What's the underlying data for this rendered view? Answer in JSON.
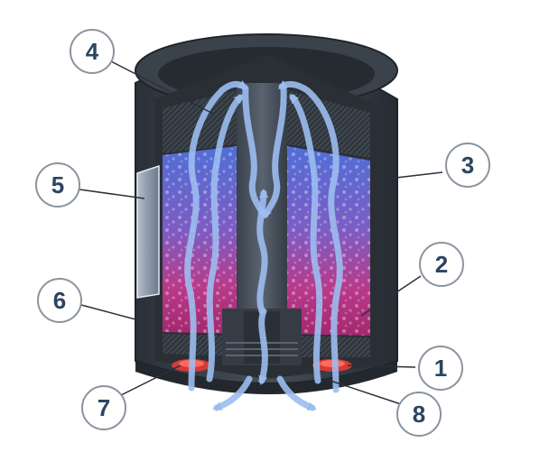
{
  "callouts": [
    {
      "label": "1"
    },
    {
      "label": "2"
    },
    {
      "label": "3"
    },
    {
      "label": "4"
    },
    {
      "label": "5"
    },
    {
      "label": "6"
    },
    {
      "label": "7"
    },
    {
      "label": "8"
    }
  ],
  "colors": {
    "housing_dark": "#2c333c",
    "housing_mid": "#3f4852",
    "media_blue": "#5a6fd0",
    "media_pink": "#b8307a",
    "arrow": "#8fb2e6",
    "valve_red": "#d23a3a",
    "callout_text": "#2b4560",
    "callout_ring": "#8a949e"
  },
  "icons": [
    "flow-arrow-icon"
  ]
}
